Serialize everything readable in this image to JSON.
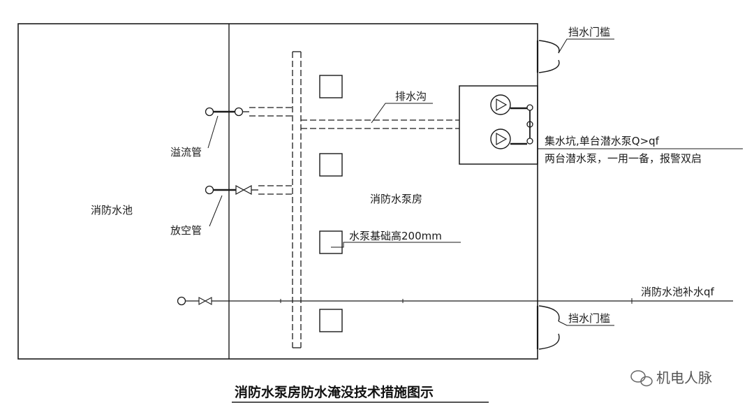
{
  "diagram": {
    "title": "消防水泵房防水淹没技术措施图示",
    "watermark": "机电人脉",
    "labels": {
      "pool": "消防水池",
      "pump_room": "消防水泵房",
      "overflow_pipe": "溢流管",
      "vent_pipe": "放空管",
      "drain_ditch": "排水沟",
      "pump_base": "水泵基础高200mm",
      "sump_line1": "集水坑,单台潜水泵Q>qf",
      "sump_line2": "两台潜水泵，一用一备，报警双启",
      "sill_top": "挡水门槛",
      "sill_bottom": "挡水门槛",
      "makeup_water": "消防水池补水qf"
    },
    "colors": {
      "line": "#1a1a1a",
      "background": "#ffffff"
    }
  }
}
